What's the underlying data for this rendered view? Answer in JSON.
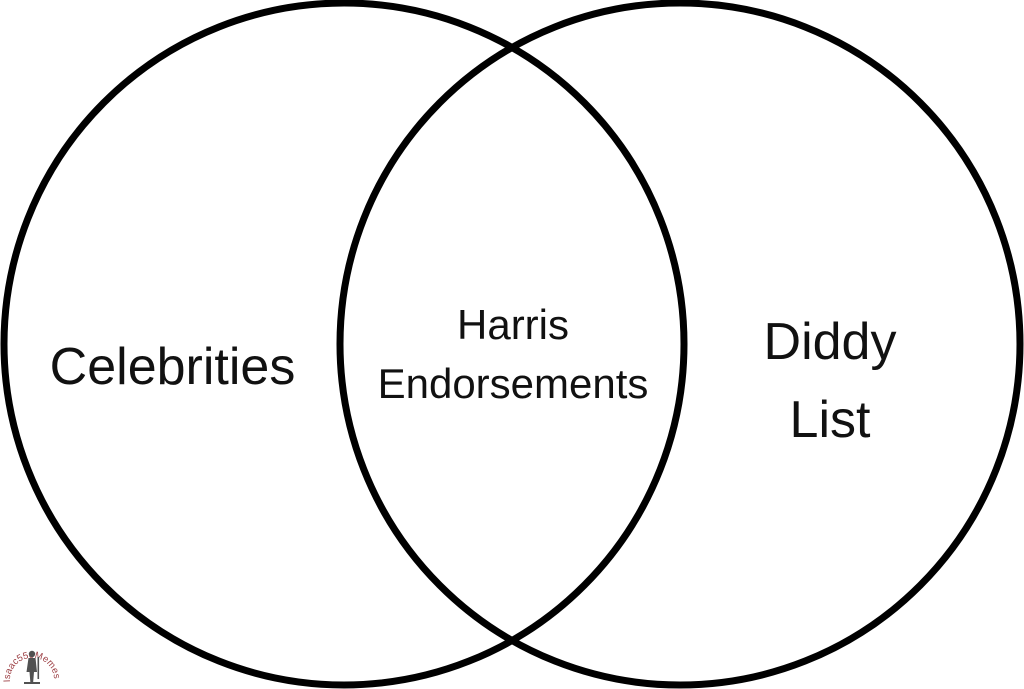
{
  "diagram": {
    "type": "venn",
    "sets": [
      {
        "id": "left",
        "label_lines": [
          "Celebrities"
        ]
      },
      {
        "id": "right",
        "label_lines": [
          "Diddy",
          "List"
        ]
      }
    ],
    "intersection": {
      "label_lines": [
        "Harris",
        "Endorsements"
      ]
    }
  },
  "watermark": {
    "text": "Isaac556Memes",
    "color": "#8b1e24"
  },
  "colors": {
    "stroke": "#000000",
    "background": "#ffffff",
    "text": "#111111"
  }
}
